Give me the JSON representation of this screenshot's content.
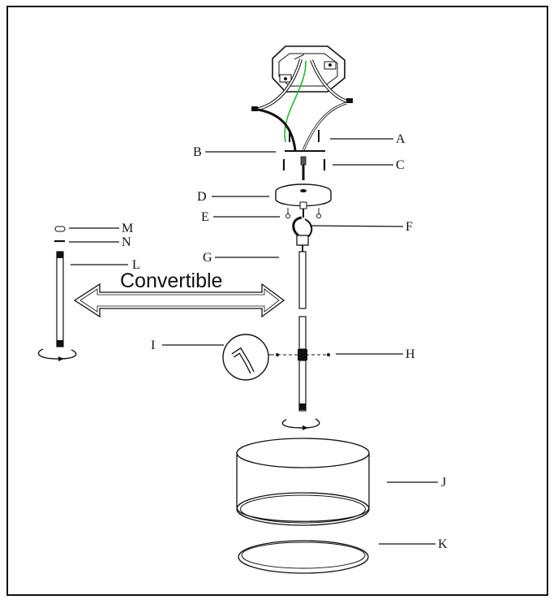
{
  "labels": {
    "A": "A",
    "B": "B",
    "C": "C",
    "D": "D",
    "E": "E",
    "F": "F",
    "G": "G",
    "H": "H",
    "I": "I",
    "J": "J",
    "K": "K",
    "L": "L",
    "M": "M",
    "N": "N"
  },
  "convertible_text": "Convertible",
  "colors": {
    "line": "#111111",
    "ground_wire": "#22bb33",
    "background": "#ffffff"
  }
}
